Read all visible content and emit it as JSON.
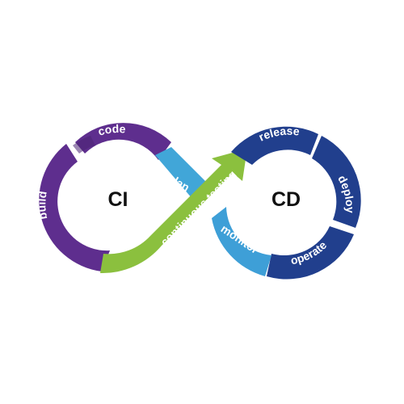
{
  "ci_loop": {
    "hub_label": "CI",
    "segments": {
      "build": "build",
      "code": "code",
      "plan": "plan",
      "continuous_testing": "continuous testing"
    }
  },
  "cd_loop": {
    "hub_label": "CD",
    "segments": {
      "release": "release",
      "deploy": "deploy",
      "operate": "operate",
      "monitor": "monitor"
    }
  },
  "colors": {
    "ci_purple": "#5e2e8e",
    "plan_blue": "#41a6d8",
    "testing_green": "#8bc03e",
    "cd_navy": "#213f8d",
    "monitor_blue": "#3e9fd7",
    "background": "#ffffff"
  }
}
